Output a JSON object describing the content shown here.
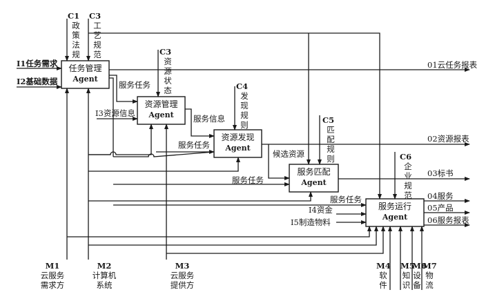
{
  "diagram": {
    "type": "IDEF0 multi-agent process model",
    "nodes": [
      {
        "id": "task-mgmt",
        "title": "任务管理",
        "subtitle": "Agent"
      },
      {
        "id": "resource-mgmt",
        "title": "资源管理",
        "subtitle": "Agent"
      },
      {
        "id": "resource-discovery",
        "title": "资源发现",
        "subtitle": "Agent"
      },
      {
        "id": "service-match",
        "title": "服务匹配",
        "subtitle": "Agent"
      },
      {
        "id": "service-run",
        "title": "服务运行",
        "subtitle": "Agent"
      }
    ],
    "controls": [
      {
        "code": "C1",
        "text": "政策法规"
      },
      {
        "code": "C3",
        "text": "工艺规范"
      },
      {
        "code": "C3",
        "text": "资源状态"
      },
      {
        "code": "C4",
        "text": "发现规则"
      },
      {
        "code": "C5",
        "text": "匹配规则"
      },
      {
        "code": "C6",
        "text": "企业规范"
      }
    ],
    "inputs": [
      {
        "label": "I1任务需求"
      },
      {
        "label": "I2基础数据"
      },
      {
        "label": "I3资源信息"
      },
      {
        "label": "I4资金"
      },
      {
        "label": "I5制造物料"
      }
    ],
    "outputs": [
      {
        "label": "01云任务报表"
      },
      {
        "label": "02资源报表"
      },
      {
        "label": "03标书"
      },
      {
        "label": "04服务"
      },
      {
        "label": "05产品"
      },
      {
        "label": "06服务报表"
      }
    ],
    "flows": [
      {
        "label": "服务任务"
      },
      {
        "label": "服务信息"
      },
      {
        "label": "服务任务"
      },
      {
        "label": "候选资源"
      },
      {
        "label": "服务任务"
      },
      {
        "label": "服务任务"
      }
    ],
    "mechanisms": [
      {
        "code": "M1",
        "lines": [
          "云服务",
          "需求方"
        ]
      },
      {
        "code": "M2",
        "lines": [
          "计算机",
          "系统"
        ]
      },
      {
        "code": "M3",
        "lines": [
          "云服务",
          "提供方"
        ]
      },
      {
        "code": "M4",
        "lines": [
          "软",
          "件"
        ]
      },
      {
        "code": "M5",
        "lines": [
          "知",
          "识"
        ]
      },
      {
        "code": "M6",
        "lines": [
          "设",
          "备"
        ]
      },
      {
        "code": "M7",
        "lines": [
          "物",
          "流"
        ]
      }
    ]
  }
}
